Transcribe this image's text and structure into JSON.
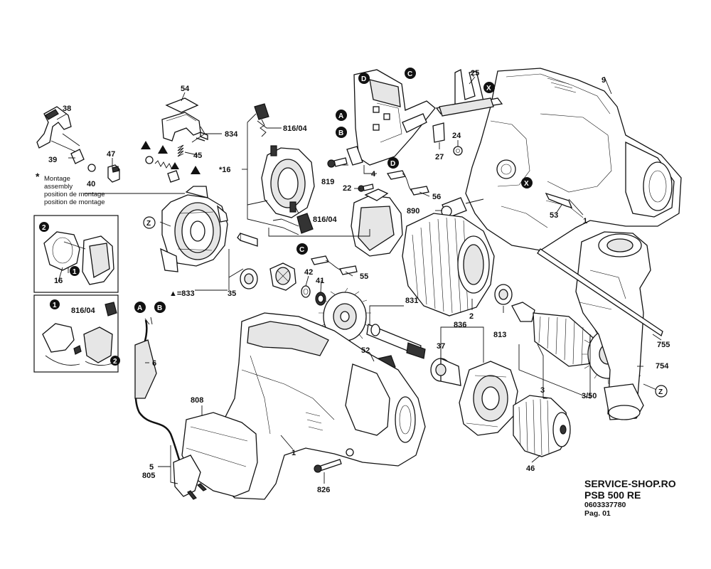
{
  "footer": {
    "shop": "SERVICE-SHOP.RO",
    "model": "PSB 500 RE",
    "article": "0603337780",
    "page": "Pag. 01"
  },
  "note": {
    "star": "*",
    "line1": "Montage",
    "line2": "assembly",
    "line3": "position de montage",
    "line4": "position de montage"
  },
  "callouts": {
    "A": "A",
    "B": "B",
    "C": "C",
    "D": "D",
    "X": "X",
    "Z": "Z",
    "one": "1",
    "two": "2"
  },
  "labels": {
    "p38": "38",
    "p39": "39",
    "p40": "40",
    "p47": "47",
    "p54": "54",
    "p834": "834",
    "p45": "45",
    "p816a": "816/04",
    "p16star": "*16",
    "p816b": "816/04",
    "p16": "16",
    "p816c": "816/04",
    "p819": "819",
    "p4": "4",
    "p22": "22",
    "p56": "56",
    "p890": "890",
    "p25": "25",
    "p9": "9",
    "p24": "24",
    "p27": "27",
    "p53": "53",
    "p1a": "1",
    "p42": "42",
    "p41": "41",
    "p55": "55",
    "p35": "35",
    "p833": "▲=833",
    "p831": "831",
    "p2": "2",
    "p813": "813",
    "p836": "836",
    "p37": "37",
    "p52": "52",
    "p6": "6",
    "p808": "808",
    "p5": "5",
    "p805": "805",
    "p1b": "1",
    "p826": "826",
    "p46": "46",
    "p3": "3",
    "p350": "3/50",
    "p755": "755",
    "p754": "754"
  }
}
